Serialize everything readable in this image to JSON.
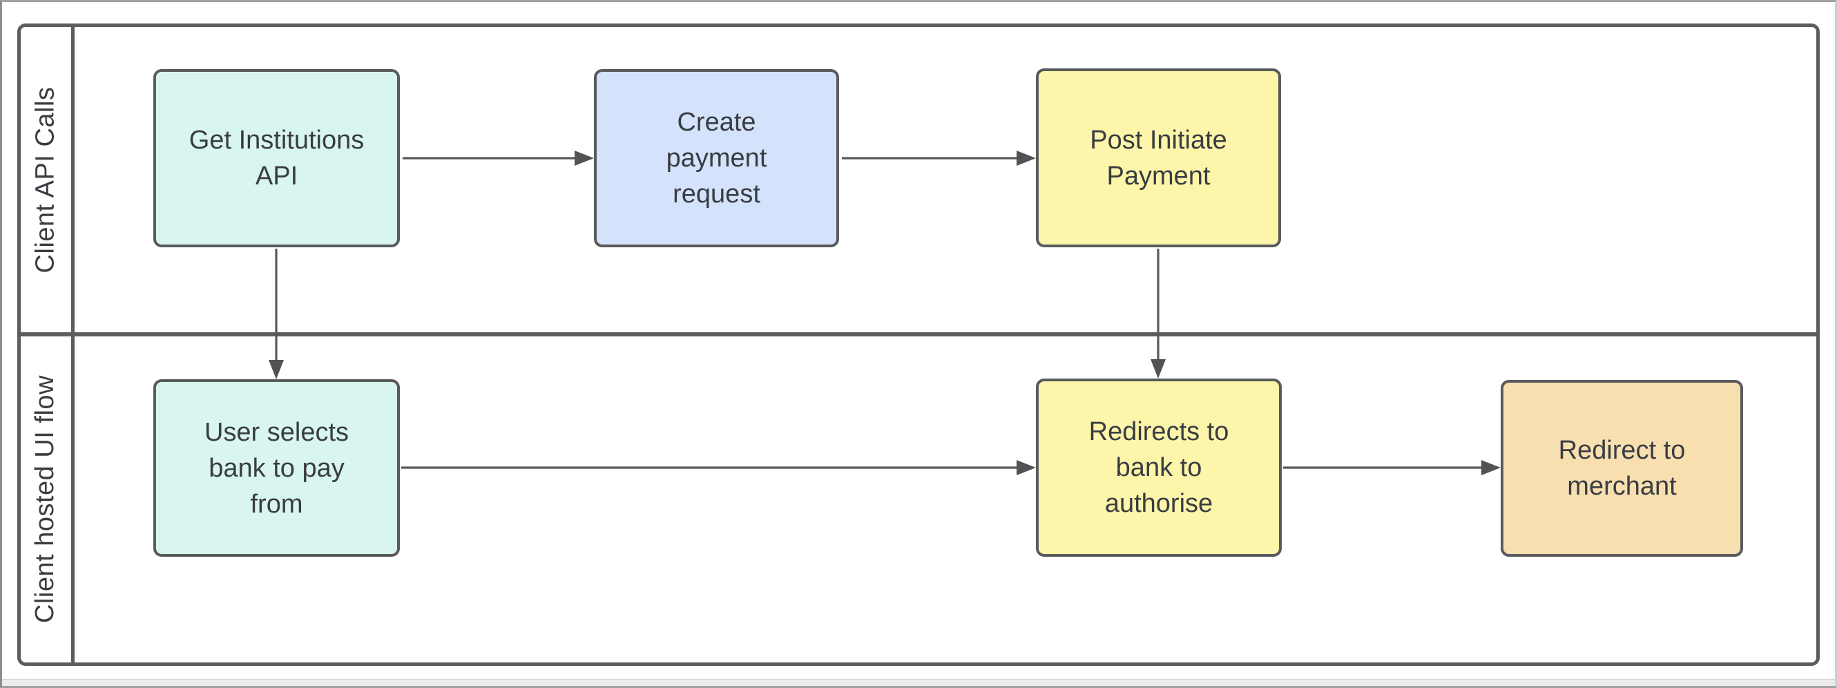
{
  "diagram": {
    "type": "flowchart-swimlane",
    "lanes": [
      {
        "id": "client-api-calls",
        "label": "Client API Calls"
      },
      {
        "id": "client-hosted-ui-flow",
        "label": "Client hosted UI flow"
      }
    ],
    "nodes": [
      {
        "id": "get-institutions-api",
        "lane": "client-api-calls",
        "label": "Get Institutions\nAPI",
        "fill": "#d9f5f0"
      },
      {
        "id": "create-payment-request",
        "lane": "client-api-calls",
        "label": "Create\npayment\nrequest",
        "fill": "#d4e3fb"
      },
      {
        "id": "post-initiate-payment",
        "lane": "client-api-calls",
        "label": "Post Initiate\nPayment",
        "fill": "#fdf5a9"
      },
      {
        "id": "user-selects-bank",
        "lane": "client-hosted-ui-flow",
        "label": "User selects\nbank to pay\nfrom",
        "fill": "#d9f5f0"
      },
      {
        "id": "redirects-to-bank",
        "lane": "client-hosted-ui-flow",
        "label": "Redirects to\nbank to\nauthorise",
        "fill": "#fdf5a9"
      },
      {
        "id": "redirect-to-merchant",
        "lane": "client-hosted-ui-flow",
        "label": "Redirect to\nmerchant",
        "fill": "#f8dfb0"
      }
    ],
    "edges": [
      {
        "from": "get-institutions-api",
        "to": "create-payment-request"
      },
      {
        "from": "create-payment-request",
        "to": "post-initiate-payment"
      },
      {
        "from": "get-institutions-api",
        "to": "user-selects-bank"
      },
      {
        "from": "post-initiate-payment",
        "to": "redirects-to-bank"
      },
      {
        "from": "user-selects-bank",
        "to": "redirects-to-bank"
      },
      {
        "from": "redirects-to-bank",
        "to": "redirect-to-merchant"
      }
    ],
    "colors": {
      "shape_stroke": "#595a5c",
      "lane_stroke": "#5c5d5e",
      "edge_stroke": "#58595b",
      "text": "#393d42",
      "canvas": "#ffffff"
    }
  }
}
